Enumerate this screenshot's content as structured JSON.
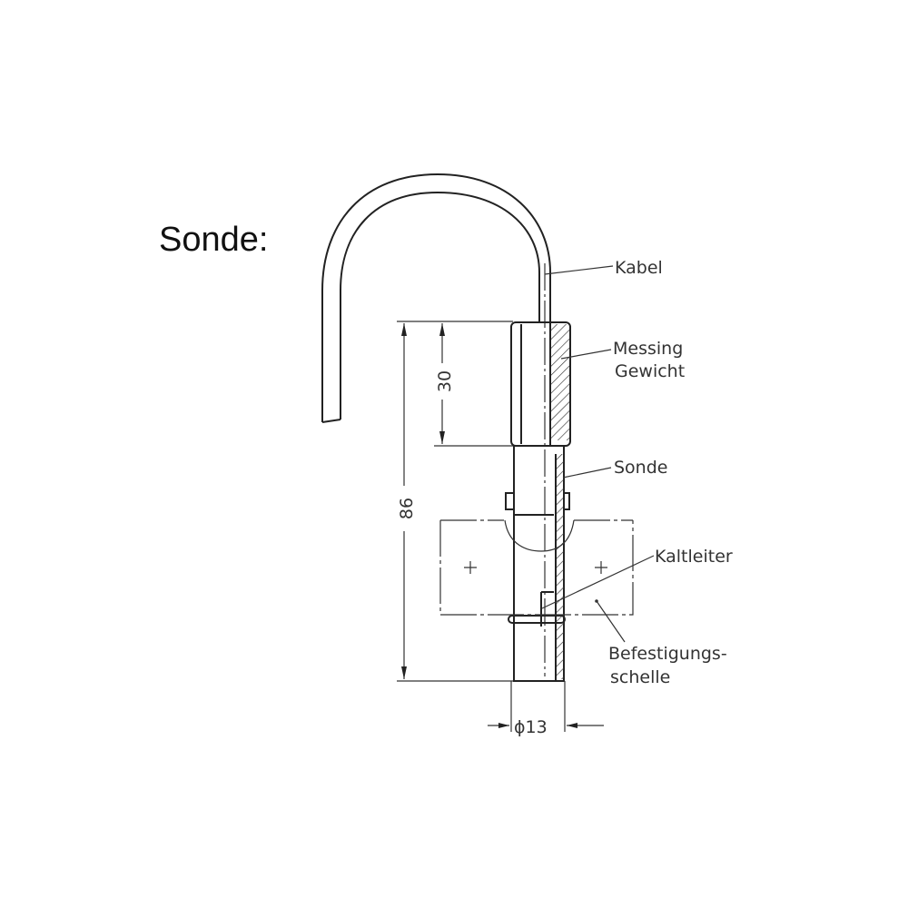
{
  "title": "Sonde:",
  "labels": {
    "cable": "Kabel",
    "weight_line1": "Messing",
    "weight_line2": "Gewicht",
    "probe": "Sonde",
    "ptc": "Kaltleiter",
    "clamp_line1": "Befestigungs-",
    "clamp_line2": "schelle"
  },
  "dimensions": {
    "weight_length": "30",
    "total_length": "86",
    "diameter": "ϕ13"
  }
}
